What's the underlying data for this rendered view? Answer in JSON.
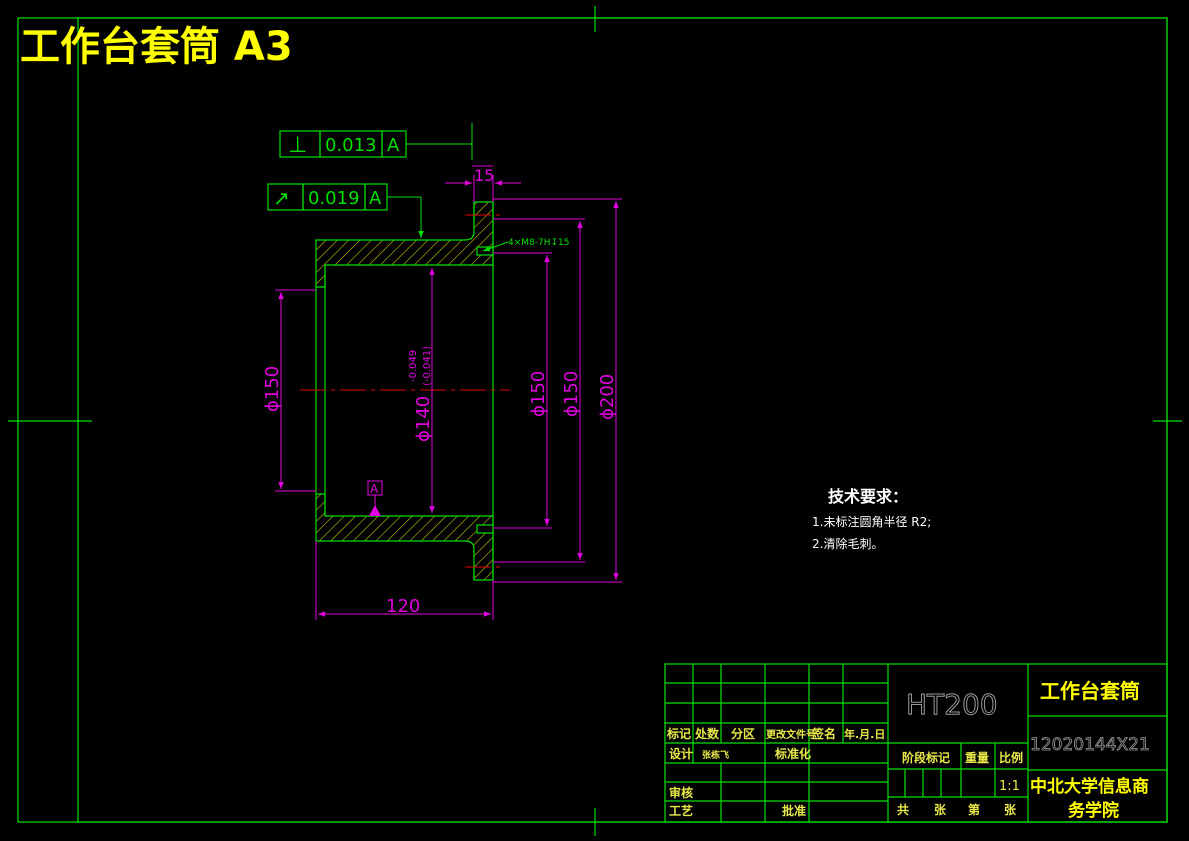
{
  "header": {
    "title": "工作台套筒  A3"
  },
  "colors": {
    "frame": "#00e000",
    "dimension": "#e000e0",
    "title": "#ffff00",
    "center_line": "#e00000",
    "hatch": "#c8c800",
    "text_light": "#ffffff"
  },
  "gdt": {
    "perpendicularity": {
      "symbol": "⊥",
      "tolerance": "0.013",
      "datum": "A"
    },
    "runout": {
      "symbol": "↗",
      "tolerance": "0.019",
      "datum": "A"
    }
  },
  "dimensions": {
    "flange_thickness": "15",
    "length": "120",
    "bore_left": "ϕ150",
    "bore_main": "ϕ140",
    "bore_tol_upper": "-0.049",
    "bore_tol_lower": "(-0.041)",
    "hub_diameter": "ϕ150",
    "bolt_circle": "ϕ150",
    "flange_diameter": "ϕ200",
    "hole_callout": "4×M8-7H↧15",
    "datum_label": "A"
  },
  "tech_requirements": {
    "heading": "技术要求：",
    "items": [
      "1.未标注圆角半径 R2;",
      "2.清除毛刺。"
    ]
  },
  "title_block": {
    "material": "HT200",
    "part_name": "工作台套筒",
    "drawing_number": "12020144X21",
    "organization": "中北大学信息商务学院",
    "org_line1": "中北大学信息商",
    "org_line2": "务学院",
    "scale": "1:1",
    "headers": [
      "标记",
      "处数",
      "分区",
      "更改文件号",
      "签名",
      "年.月.日"
    ],
    "design_label": "设计",
    "designer": "张栋飞",
    "standardize_label": "标准化",
    "review_label": "审核",
    "process_label": "工艺",
    "approve_label": "批准",
    "stage_mark_label": "阶段标记",
    "weight_label": "重量",
    "scale_label": "比例",
    "sheet_total": "共",
    "sheet_unit": "张",
    "sheet_index": "第",
    "sheet_unit2": "张"
  }
}
